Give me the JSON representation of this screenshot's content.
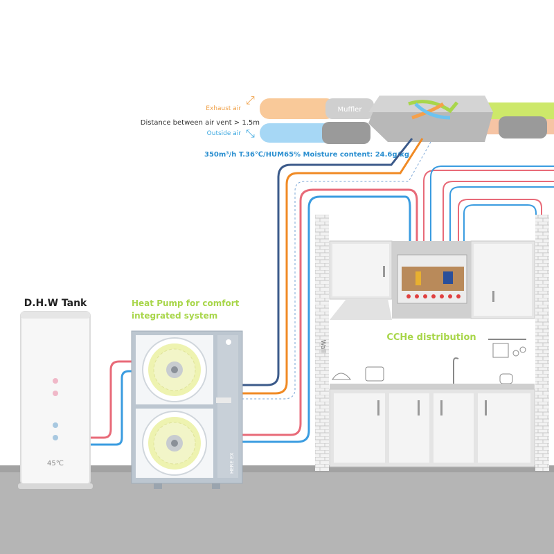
{
  "ventilation": {
    "exhaust_air": "Exhaust air",
    "distance_note": "Distance between air vent > 1.5m",
    "outside_air": "Outside air",
    "muffler": "Muffler",
    "spec": "350m³/h  T.36℃/HUM65% Moisture content:  24.6g/kg"
  },
  "tank": {
    "title": "D.H.W Tank",
    "temperature": "45℃"
  },
  "heat_pump": {
    "label_line1": "Heat Pump for comfort",
    "label_line2": "integrated system",
    "brand": "HERE EX"
  },
  "room": {
    "wall_label": "Wall",
    "distribution_label": "CCHe distribution"
  },
  "colors": {
    "exhaust": "#f0a24a",
    "outside": "#3aa7e0",
    "hot_pipe": "#e86a78",
    "cold_pipe": "#3a9ce0",
    "navy_pipe": "#3b5a8a",
    "orange_pipe": "#f08a24",
    "green_label": "#a8d64a",
    "floor": "#b5b5b5"
  }
}
